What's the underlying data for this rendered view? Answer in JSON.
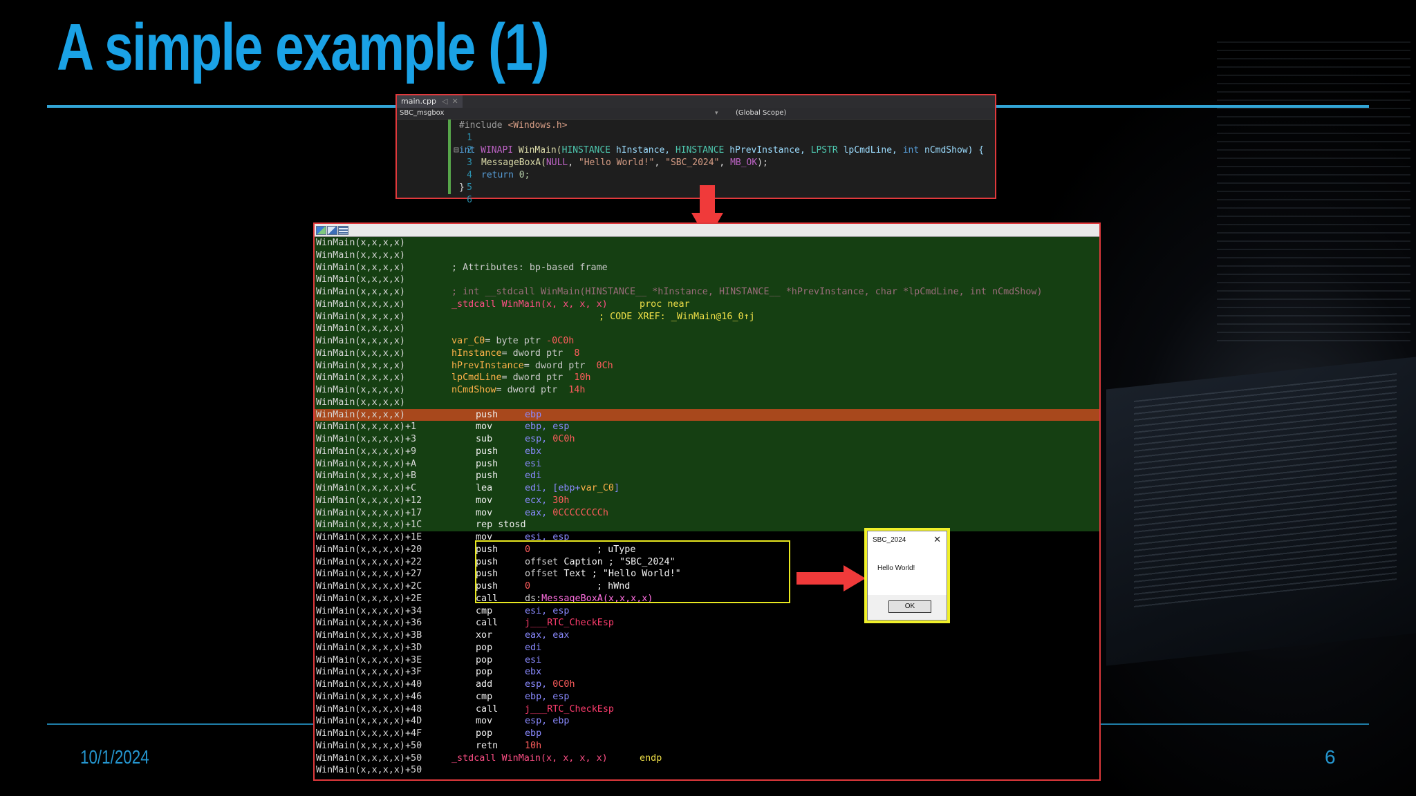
{
  "slide": {
    "title": "A simple example (1)",
    "date": "10/1/2024",
    "page_number": "6",
    "accent_color": "#1aa2e6"
  },
  "editor": {
    "tab": "main.cpp",
    "project": "SBC_msgbox",
    "scope": "(Global Scope)",
    "lines": [
      {
        "n": "1"
      },
      {
        "n": "2"
      },
      {
        "n": "3"
      },
      {
        "n": "4"
      },
      {
        "n": "5"
      },
      {
        "n": "6"
      }
    ],
    "code": {
      "l1_a": "#include ",
      "l1_b": "<Windows.h>",
      "l3_a": "int",
      "l3_b": " WINAPI",
      "l3_c": " WinMain(",
      "l3_d": "HINSTANCE",
      "l3_e": " hInstance, ",
      "l3_f": "HINSTANCE",
      "l3_g": " hPrevInstance, ",
      "l3_h": "LPSTR",
      "l3_i": " lpCmdLine, ",
      "l3_j": "int",
      "l3_k": " nCmdShow) {",
      "l4_a": "MessageBoxA(",
      "l4_b": "NULL",
      "l4_c": ", ",
      "l4_d": "\"Hello World!\"",
      "l4_e": ", ",
      "l4_f": "\"SBC_2024\"",
      "l4_g": ", ",
      "l4_h": "MB_OK",
      "l4_i": ");",
      "l5_a": "return",
      "l5_b": " 0;",
      "l6_a": "}"
    }
  },
  "disasm": {
    "header_rows": [
      {
        "addr": "WinMain(x,x,x,x)",
        "text": ""
      },
      {
        "addr": "WinMain(x,x,x,x)",
        "text": ""
      },
      {
        "addr": "WinMain(x,x,x,x)",
        "text": "; Attributes: bp-based frame"
      },
      {
        "addr": "WinMain(x,x,x,x)",
        "text": ""
      },
      {
        "addr": "WinMain(x,x,x,x)",
        "text": "; int __stdcall WinMain(HINSTANCE__ *hInstance, HINSTANCE__ *hPrevInstance, char *lpCmdLine, int nCmdShow)"
      },
      {
        "addr": "WinMain(x,x,x,x)",
        "proc_a": "_stdcall WinMain(x, x, x, x)",
        "proc_b": " proc near"
      },
      {
        "addr": "WinMain(x,x,x,x)",
        "xref": "; CODE XREF: _WinMain@16_0↑j"
      },
      {
        "addr": "WinMain(x,x,x,x)",
        "text": ""
      },
      {
        "addr": "WinMain(x,x,x,x)",
        "var": "var_C0",
        "decl": "= byte ptr ",
        "num": "-0C0h"
      },
      {
        "addr": "WinMain(x,x,x,x)",
        "var": "hInstance",
        "decl": "= dword ptr  ",
        "num": "8"
      },
      {
        "addr": "WinMain(x,x,x,x)",
        "var": "hPrevInstance",
        "decl": "= dword ptr  ",
        "num": "0Ch"
      },
      {
        "addr": "WinMain(x,x,x,x)",
        "var": "lpCmdLine",
        "decl": "= dword ptr  ",
        "num": "10h"
      },
      {
        "addr": "WinMain(x,x,x,x)",
        "var": "nCmdShow",
        "decl": "= dword ptr  ",
        "num": "14h"
      },
      {
        "addr": "WinMain(x,x,x,x)",
        "text": ""
      }
    ],
    "code_rows": [
      {
        "addr": "WinMain(x,x,x,x)",
        "mn": "push",
        "op": "ebp"
      },
      {
        "addr": "WinMain(x,x,x,x)+1",
        "mn": "mov",
        "op": "ebp, esp"
      },
      {
        "addr": "WinMain(x,x,x,x)+3",
        "mn": "sub",
        "op": "esp, ",
        "num": "0C0h"
      },
      {
        "addr": "WinMain(x,x,x,x)+9",
        "mn": "push",
        "op": "ebx"
      },
      {
        "addr": "WinMain(x,x,x,x)+A",
        "mn": "push",
        "op": "esi"
      },
      {
        "addr": "WinMain(x,x,x,x)+B",
        "mn": "push",
        "op": "edi"
      },
      {
        "addr": "WinMain(x,x,x,x)+C",
        "mn": "lea",
        "op": "edi, [ebp+",
        "var": "var_C0",
        "tail": "]"
      },
      {
        "addr": "WinMain(x,x,x,x)+12",
        "mn": "mov",
        "op": "ecx, ",
        "num": "30h"
      },
      {
        "addr": "WinMain(x,x,x,x)+17",
        "mn": "mov",
        "op": "eax, ",
        "num": "0CCCCCCCCh"
      },
      {
        "addr": "WinMain(x,x,x,x)+1C",
        "mn": "rep stosd",
        "op": ""
      },
      {
        "addr": "WinMain(x,x,x,x)+1E",
        "mn": "mov",
        "op": "esi, esp"
      },
      {
        "addr": "WinMain(x,x,x,x)+20",
        "mn": "push",
        "num": "0",
        "cm": "; uType"
      },
      {
        "addr": "WinMain(x,x,x,x)+22",
        "mn": "push",
        "off": "offset ",
        "sym": "Caption",
        "cm": " ; \"SBC_2024\""
      },
      {
        "addr": "WinMain(x,x,x,x)+27",
        "mn": "push",
        "off": "offset ",
        "sym": "Text",
        "cm": " ; \"Hello World!\""
      },
      {
        "addr": "WinMain(x,x,x,x)+2C",
        "mn": "push",
        "num": "0",
        "cm": "; hWnd"
      },
      {
        "addr": "WinMain(x,x,x,x)+2E",
        "mn": "call",
        "off": "ds:",
        "imp": "MessageBoxA(x,x,x,x)"
      },
      {
        "addr": "WinMain(x,x,x,x)+34",
        "mn": "cmp",
        "op": "esi, esp"
      },
      {
        "addr": "WinMain(x,x,x,x)+36",
        "mn": "call",
        "sub": "j___RTC_CheckEsp"
      },
      {
        "addr": "WinMain(x,x,x,x)+3B",
        "mn": "xor",
        "op": "eax, eax"
      },
      {
        "addr": "WinMain(x,x,x,x)+3D",
        "mn": "pop",
        "op": "edi"
      },
      {
        "addr": "WinMain(x,x,x,x)+3E",
        "mn": "pop",
        "op": "esi"
      },
      {
        "addr": "WinMain(x,x,x,x)+3F",
        "mn": "pop",
        "op": "ebx"
      },
      {
        "addr": "WinMain(x,x,x,x)+40",
        "mn": "add",
        "op": "esp, ",
        "num": "0C0h"
      },
      {
        "addr": "WinMain(x,x,x,x)+46",
        "mn": "cmp",
        "op": "ebp, esp"
      },
      {
        "addr": "WinMain(x,x,x,x)+48",
        "mn": "call",
        "sub": "j___RTC_CheckEsp"
      },
      {
        "addr": "WinMain(x,x,x,x)+4D",
        "mn": "mov",
        "op": "esp, ebp"
      },
      {
        "addr": "WinMain(x,x,x,x)+4F",
        "mn": "pop",
        "op": "ebp"
      },
      {
        "addr": "WinMain(x,x,x,x)+50",
        "mn": "retn",
        "num": "10h"
      }
    ],
    "end_rows": [
      {
        "addr": "WinMain(x,x,x,x)+50",
        "proc_a": "_stdcall WinMain(x, x, x, x)",
        "proc_b": " endp"
      },
      {
        "addr": "WinMain(x,x,x,x)+50",
        "text": ""
      }
    ]
  },
  "messagebox": {
    "title": "SBC_2024",
    "close": "✕",
    "message": "Hello World!",
    "ok": "OK"
  }
}
